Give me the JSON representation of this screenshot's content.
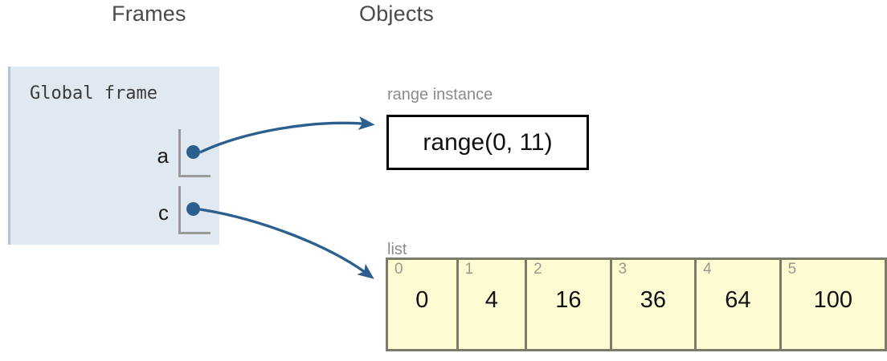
{
  "headings": {
    "frames": "Frames",
    "objects": "Objects"
  },
  "frame": {
    "title": "Global frame",
    "variables": [
      {
        "name": "a",
        "points_to": "range-instance"
      },
      {
        "name": "c",
        "points_to": "list"
      }
    ]
  },
  "objects": {
    "range_instance": {
      "label": "range instance",
      "value": "range(0, 11)"
    },
    "list": {
      "label": "list",
      "indices": [
        "0",
        "1",
        "2",
        "3",
        "4",
        "5"
      ],
      "values": [
        "0",
        "4",
        "16",
        "36",
        "64",
        "100"
      ]
    }
  },
  "colors": {
    "frame_background": "#e0e8f2",
    "frame_border": "#b6c3d4",
    "list_cell_background": "#fdfbd2",
    "list_cell_border": "#7d7a6a",
    "pointer_blue": "#2b5f8e",
    "object_label_gray": "#8b8b8b",
    "heading_gray": "#4a4a4a",
    "index_gray": "#9a9a8c",
    "bracket_gray": "#9a9a9a",
    "range_box_border": "#000000"
  }
}
